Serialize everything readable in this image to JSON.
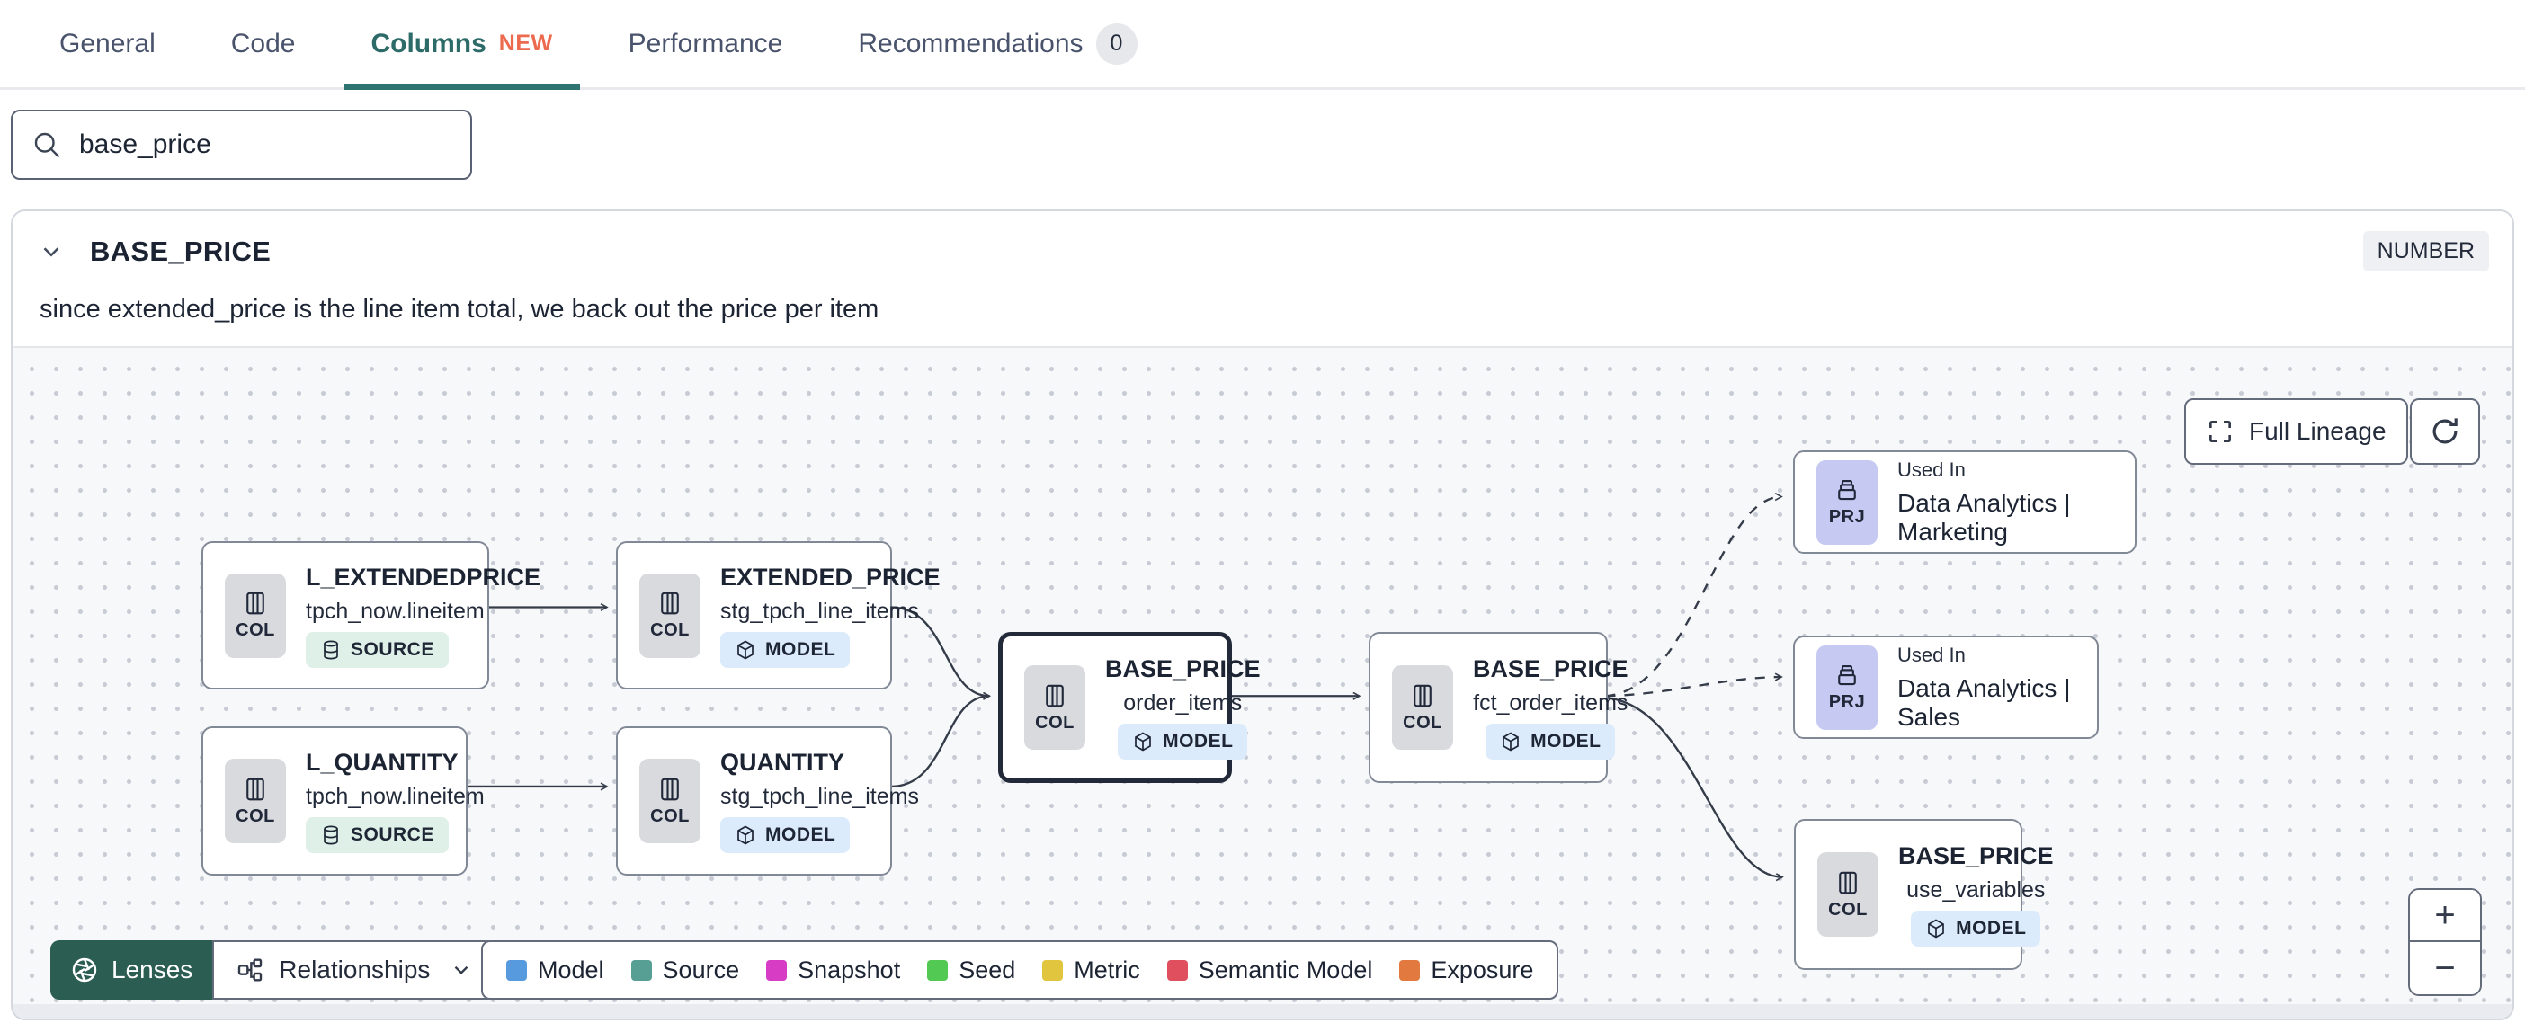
{
  "tabs": {
    "general": "General",
    "code": "Code",
    "columns": "Columns",
    "columns_badge": "NEW",
    "performance": "Performance",
    "recommendations": "Recommendations",
    "recommendations_count": "0"
  },
  "search": {
    "value": "base_price"
  },
  "column": {
    "name": "BASE_PRICE",
    "type": "NUMBER",
    "description": "since extended_price is the line item total, we back out the price per item"
  },
  "lineage": {
    "full_lineage": "Full Lineage",
    "nodes": [
      {
        "title": "L_EXTENDEDPRICE",
        "subtitle": "tpch_now.lineitem",
        "kind": "COL",
        "resource": "SOURCE"
      },
      {
        "title": "EXTENDED_PRICE",
        "subtitle": "stg_tpch_line_items",
        "kind": "COL",
        "resource": "MODEL"
      },
      {
        "title": "L_QUANTITY",
        "subtitle": "tpch_now.lineitem",
        "kind": "COL",
        "resource": "SOURCE"
      },
      {
        "title": "QUANTITY",
        "subtitle": "stg_tpch_line_items",
        "kind": "COL",
        "resource": "MODEL"
      },
      {
        "title": "BASE_PRICE",
        "subtitle": "order_items",
        "kind": "COL",
        "resource": "MODEL"
      },
      {
        "title": "BASE_PRICE",
        "subtitle": "fct_order_items",
        "kind": "COL",
        "resource": "MODEL"
      },
      {
        "label": "Used In",
        "title": "Data Analytics | Marketing",
        "kind": "PRJ"
      },
      {
        "label": "Used In",
        "title": "Data Analytics | Sales",
        "kind": "PRJ"
      },
      {
        "title": "BASE_PRICE",
        "subtitle": "use_variables",
        "kind": "COL",
        "resource": "MODEL"
      }
    ],
    "controls": {
      "lenses": "Lenses",
      "relationships": "Relationships"
    },
    "legend": [
      {
        "label": "Model",
        "color": "#579ade"
      },
      {
        "label": "Source",
        "color": "#579e95"
      },
      {
        "label": "Snapshot",
        "color": "#d63dc4"
      },
      {
        "label": "Seed",
        "color": "#52c952"
      },
      {
        "label": "Metric",
        "color": "#e2c53f"
      },
      {
        "label": "Semantic Model",
        "color": "#e04f5e"
      },
      {
        "label": "Exposure",
        "color": "#e2793f"
      }
    ],
    "zoom_in": "+",
    "zoom_out": "−"
  },
  "colors": {
    "accent_teal": "#2f7471",
    "lenses_green": "#2b5d52",
    "new_orange": "#ec6a4e"
  }
}
